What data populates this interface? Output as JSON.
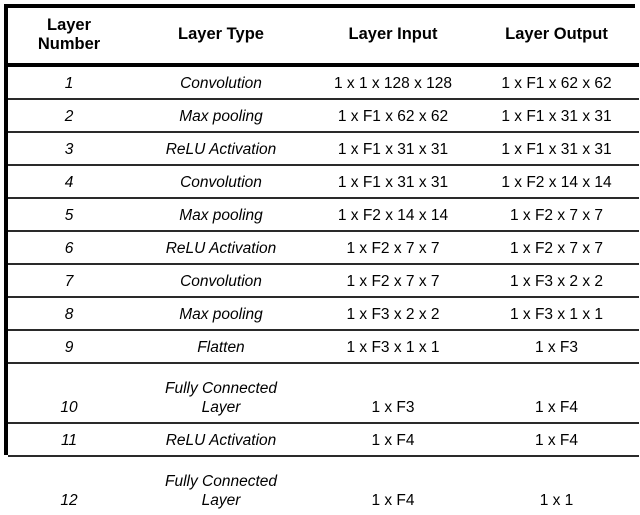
{
  "table": {
    "headers": [
      {
        "id": "layer-number",
        "label": "Layer\nNumber"
      },
      {
        "id": "layer-type",
        "label": "Layer Type"
      },
      {
        "id": "layer-input",
        "label": "Layer Input"
      },
      {
        "id": "layer-output",
        "label": "Layer Output"
      }
    ],
    "rows": [
      {
        "number": "1",
        "type": "Convolution",
        "input": "1 x 1 x 128 x 128",
        "output": "1 x F1 x 62 x 62",
        "tall": false
      },
      {
        "number": "2",
        "type": "Max pooling",
        "input": "1 x F1 x 62 x 62",
        "output": "1 x F1 x 31 x 31",
        "tall": false
      },
      {
        "number": "3",
        "type": "ReLU Activation",
        "input": "1 x F1 x 31 x 31",
        "output": "1 x F1 x 31 x 31",
        "tall": false
      },
      {
        "number": "4",
        "type": "Convolution",
        "input": "1 x F1 x 31 x 31",
        "output": "1 x F2 x 14 x 14",
        "tall": false
      },
      {
        "number": "5",
        "type": "Max pooling",
        "input": "1 x F2 x 14 x 14",
        "output": "1 x F2 x 7 x 7",
        "tall": false
      },
      {
        "number": "6",
        "type": "ReLU Activation",
        "input": "1 x F2 x 7 x 7",
        "output": "1 x F2 x 7 x 7",
        "tall": false
      },
      {
        "number": "7",
        "type": "Convolution",
        "input": "1 x F2 x 7 x 7",
        "output": "1 x F3 x 2 x 2",
        "tall": false
      },
      {
        "number": "8",
        "type": "Max pooling",
        "input": "1 x F3 x 2 x 2",
        "output": "1 x F3 x 1 x 1",
        "tall": false
      },
      {
        "number": "9",
        "type": "Flatten",
        "input": "1 x F3 x 1 x 1",
        "output": "1 x F3",
        "tall": false
      },
      {
        "number": "10",
        "type": "Fully Connected\nLayer",
        "input": "1 x F3",
        "output": "1 x F4",
        "tall": true
      },
      {
        "number": "11",
        "type": "ReLU Activation",
        "input": "1 x F4",
        "output": "1 x F4",
        "tall": false
      },
      {
        "number": "12",
        "type": "Fully Connected\nLayer",
        "input": "1 x F4",
        "output": "1 x 1",
        "tall": true
      }
    ]
  },
  "style": {
    "border_color": "#000000",
    "rule_color": "#2a2a2a",
    "text_color": "#000000",
    "background": "#ffffff"
  }
}
